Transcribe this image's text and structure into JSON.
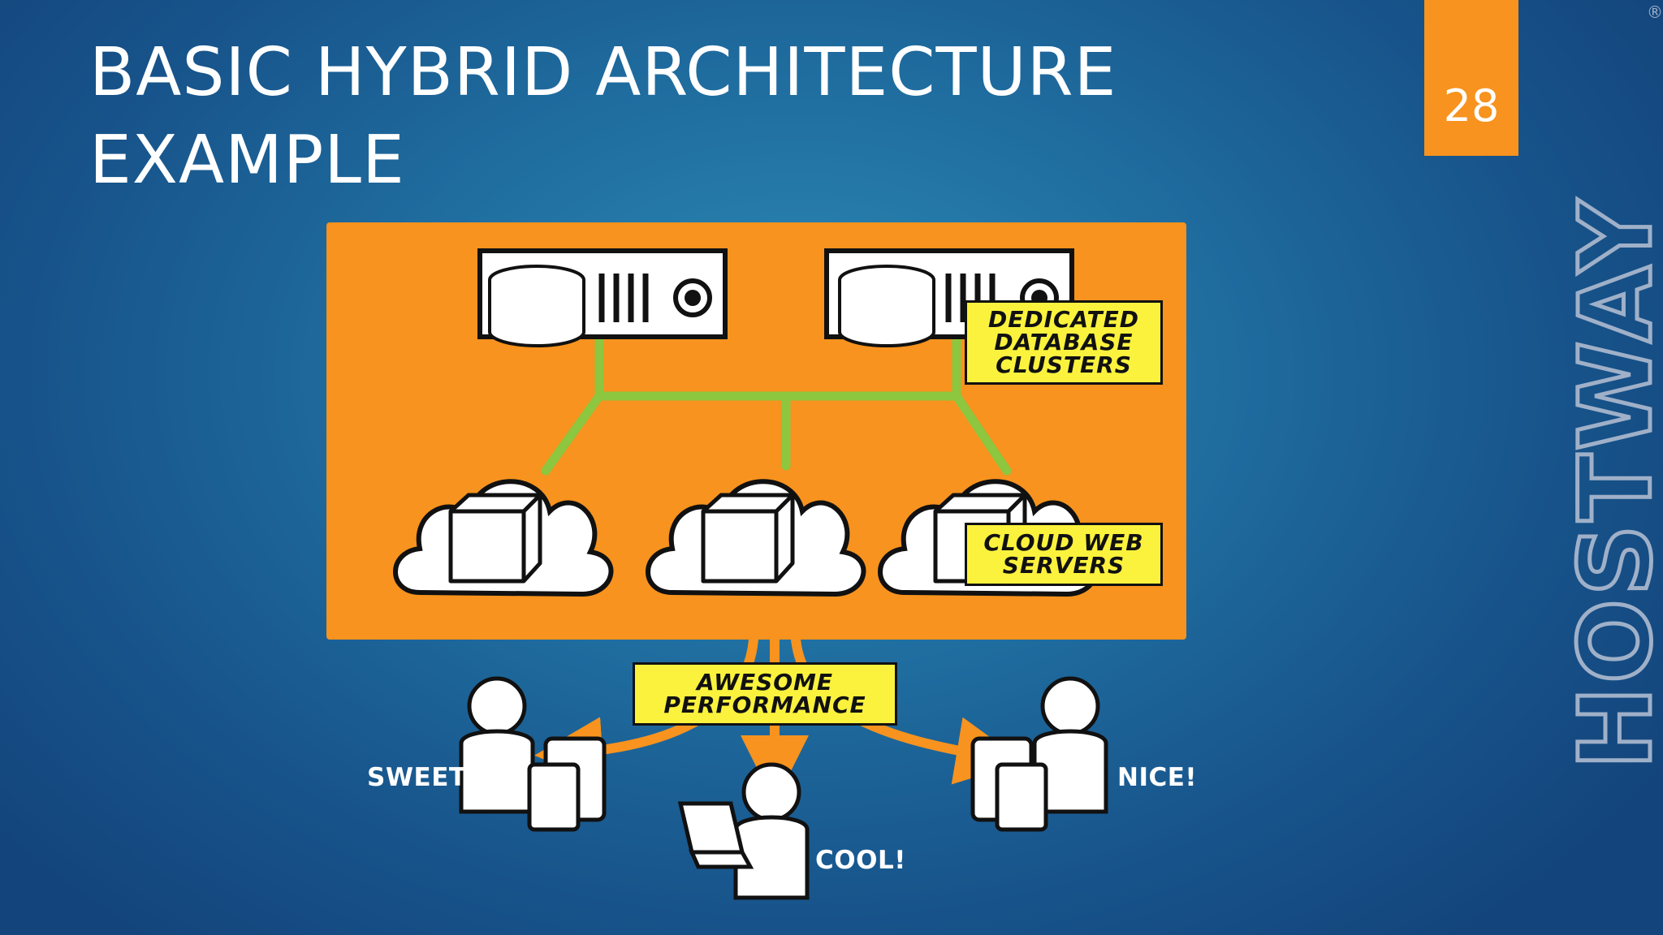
{
  "title": {
    "line1": "BASIC HYBRID ARCHITECTURE",
    "line2": "EXAMPLE"
  },
  "slide_number": "28",
  "brand": {
    "logo_text": "HOSTWAY",
    "trademark": "®"
  },
  "diagram": {
    "database_label": [
      "DEDICATED",
      "DATABASE",
      "CLUSTERS"
    ],
    "cloud_label": [
      "CLOUD WEB",
      "SERVERS"
    ],
    "performance_label": [
      "AWESOME",
      "PERFORMANCE"
    ],
    "reactions": {
      "left": "SWEET!",
      "right": "NICE!",
      "bottom": "COOL!"
    }
  },
  "colors": {
    "orange": "#f7931e",
    "yellow": "#fbf23d",
    "connector_green": "#8dc63f",
    "background_blue": "#1f6c9f"
  }
}
